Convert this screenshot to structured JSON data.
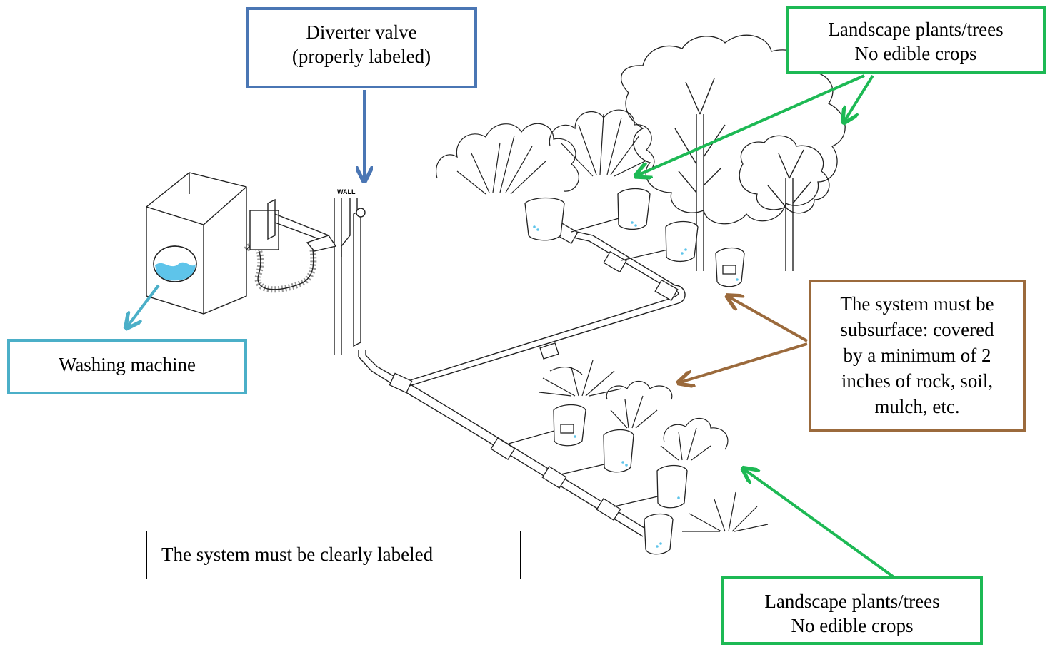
{
  "callouts": {
    "diverter_valve": [
      "Diverter valve",
      "(properly labeled)"
    ],
    "plants_top": [
      "Landscape plants/trees",
      "No edible crops"
    ],
    "washing_machine": [
      "Washing machine"
    ],
    "subsurface": [
      "The system must be",
      "subsurface: covered",
      "by a minimum of 2",
      "inches of rock, soil,",
      "mulch, etc."
    ],
    "clearly_labeled": [
      "The system must be clearly labeled"
    ],
    "plants_bottom": [
      "Landscape plants/trees",
      "No edible crops"
    ]
  },
  "illustration": {
    "wall_label": "WALL"
  },
  "colors": {
    "diverter": "#4a76b4",
    "plants": "#1db954",
    "washer": "#4bafc8",
    "subsurface": "#9b6a3c",
    "water": "#5ec4ea"
  }
}
